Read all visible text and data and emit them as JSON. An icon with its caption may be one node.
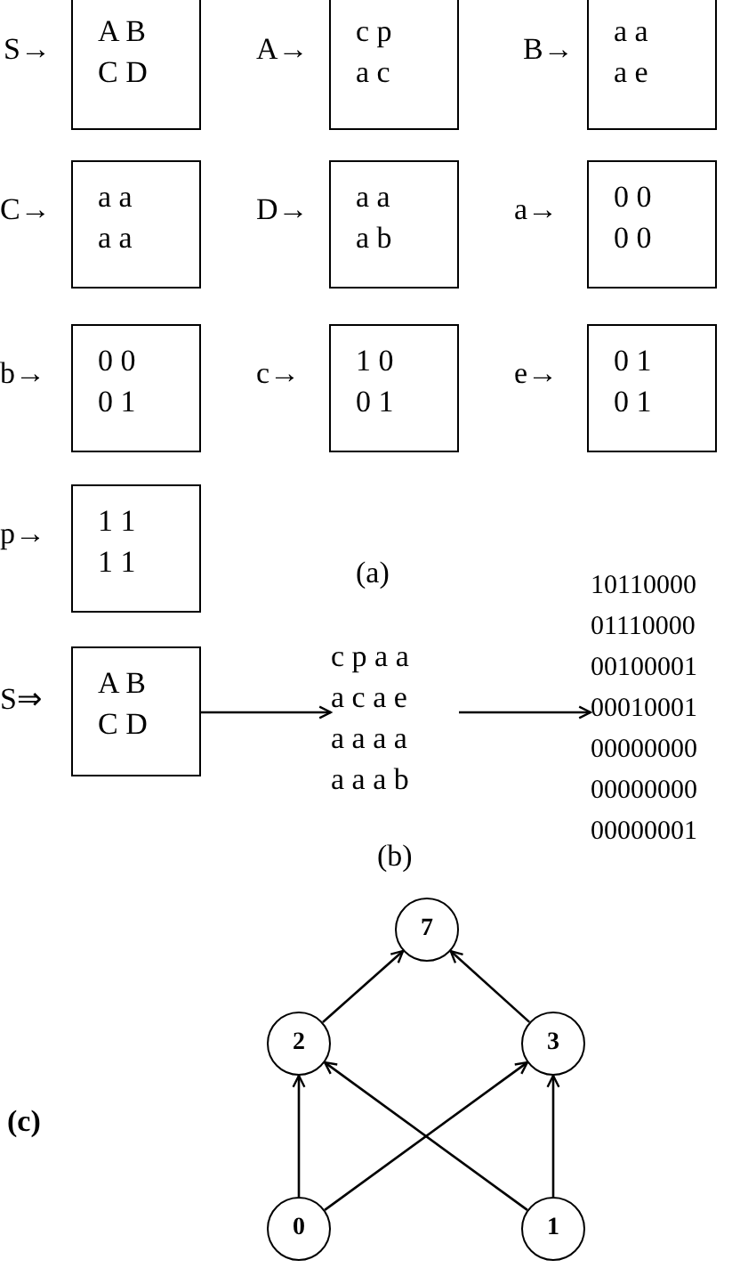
{
  "diagram": {
    "nodes": [
      {
        "text": [
          "A B",
          "C D"
        ],
        "beside": [
          "S→"
        ]
      },
      {
        "text": [
          "c p",
          "a c"
        ],
        "beside": [
          "A→"
        ]
      },
      {
        "text": [
          "a a",
          "a e"
        ],
        "beside": [
          "B→"
        ]
      },
      {
        "text": [
          "a a",
          "a a"
        ],
        "beside": [
          "C→"
        ]
      },
      {
        "text": [
          "a a",
          "a b"
        ],
        "beside": [
          "D→"
        ]
      },
      {
        "text": [
          "0 0",
          "0 0"
        ],
        "beside": [
          "a→"
        ]
      },
      {
        "text": [
          "0 0",
          "0 1"
        ],
        "beside": [
          "b→"
        ]
      },
      {
        "text": [
          "1 0",
          "0 1"
        ],
        "beside": [
          "c→"
        ]
      },
      {
        "text": [
          "0 1",
          "0 1"
        ],
        "beside": [
          "e→"
        ]
      },
      {
        "text": [
          "1 1",
          "1 1"
        ],
        "beside": [
          "p→"
        ]
      },
      {
        "text": [
          "A B",
          "C D"
        ],
        "beside": [
          "S⇒"
        ]
      },
      {
        "text": [
          "c p a a",
          "a c a e",
          "a a a a",
          "a a a b"
        ]
      },
      {
        "text": [
          "10110000",
          "01110000",
          "00100001",
          "00010001",
          "00000000",
          "00000000",
          "00000001"
        ]
      },
      {
        "text": [
          "7"
        ]
      },
      {
        "text": [
          "2"
        ]
      },
      {
        "text": [
          "3"
        ]
      },
      {
        "text": [
          "0"
        ]
      },
      {
        "text": [
          "1"
        ]
      }
    ],
    "edges": [
      {
        "from": 10,
        "to": 11,
        "arrow": "to"
      },
      {
        "from": 11,
        "to": 12,
        "arrow": "to"
      },
      {
        "from": 16,
        "to": 14,
        "arrow": "to"
      },
      {
        "from": 16,
        "to": 15,
        "arrow": "to"
      },
      {
        "from": 17,
        "to": 14,
        "arrow": "to"
      },
      {
        "from": 17,
        "to": 15,
        "arrow": "to"
      },
      {
        "from": 14,
        "to": 13,
        "arrow": "to"
      },
      {
        "from": 15,
        "to": 13,
        "arrow": "to"
      }
    ],
    "labels": [
      "(a)",
      "(b)",
      "(c)"
    ]
  }
}
